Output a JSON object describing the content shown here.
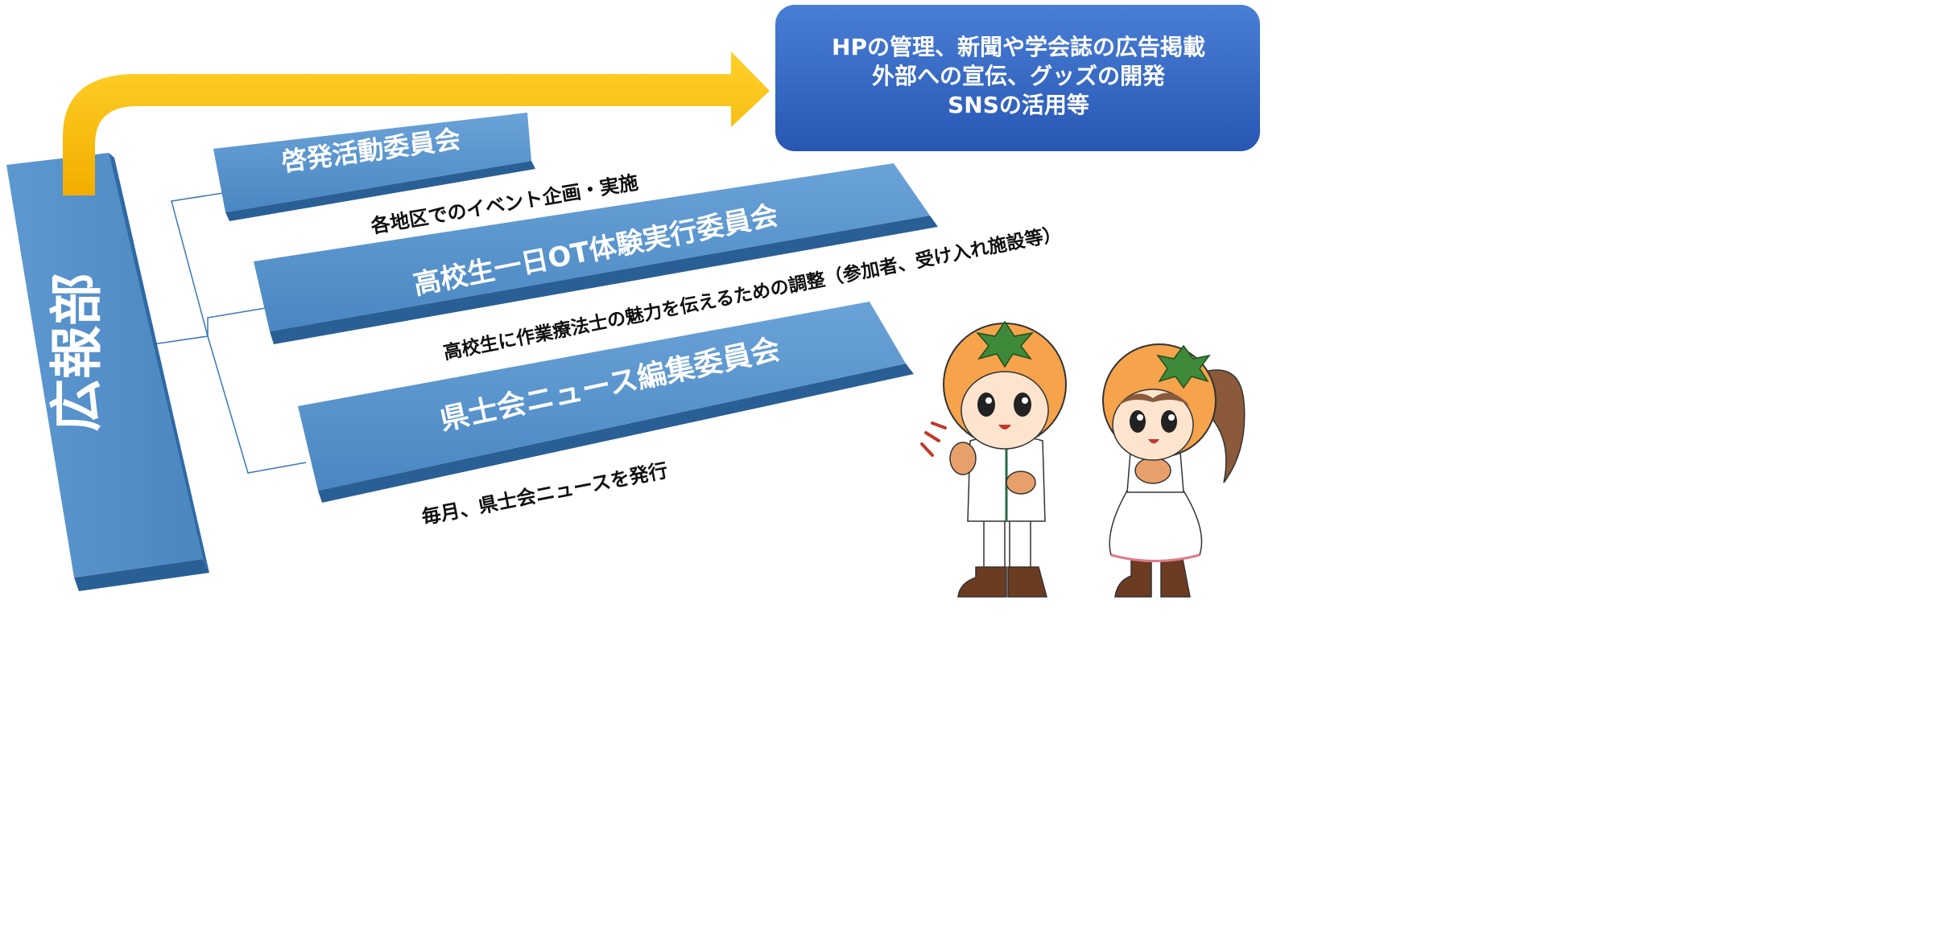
{
  "colors": {
    "plank_top": "#5b97d0",
    "plank_side": "#2a5f96",
    "plank_dark": "#1f4a78",
    "arrow": "#f5b800",
    "info_box": "#3566c4",
    "connector": "#3a78b8",
    "caption": "#111111"
  },
  "department": {
    "label": "広報部"
  },
  "info_box": {
    "lines": [
      "HPの管理、新聞や学会誌の広告掲載",
      "外部への宣伝、グッズの開発",
      "SNSの活用等"
    ]
  },
  "committees": [
    {
      "label": "啓発活動委員会",
      "caption": "各地区でのイベント企画・実施"
    },
    {
      "label": "高校生一日OT体験実行委員会",
      "caption": "高校生に作業療法士の魅力を伝えるための調整（参加者、受け入れ施設等）"
    },
    {
      "label": "県士会ニュース編集委員会",
      "caption": "毎月、県士会ニュースを発行"
    }
  ],
  "mascots": [
    {
      "name": "boy-mascot-illustration"
    },
    {
      "name": "girl-mascot-illustration"
    }
  ]
}
